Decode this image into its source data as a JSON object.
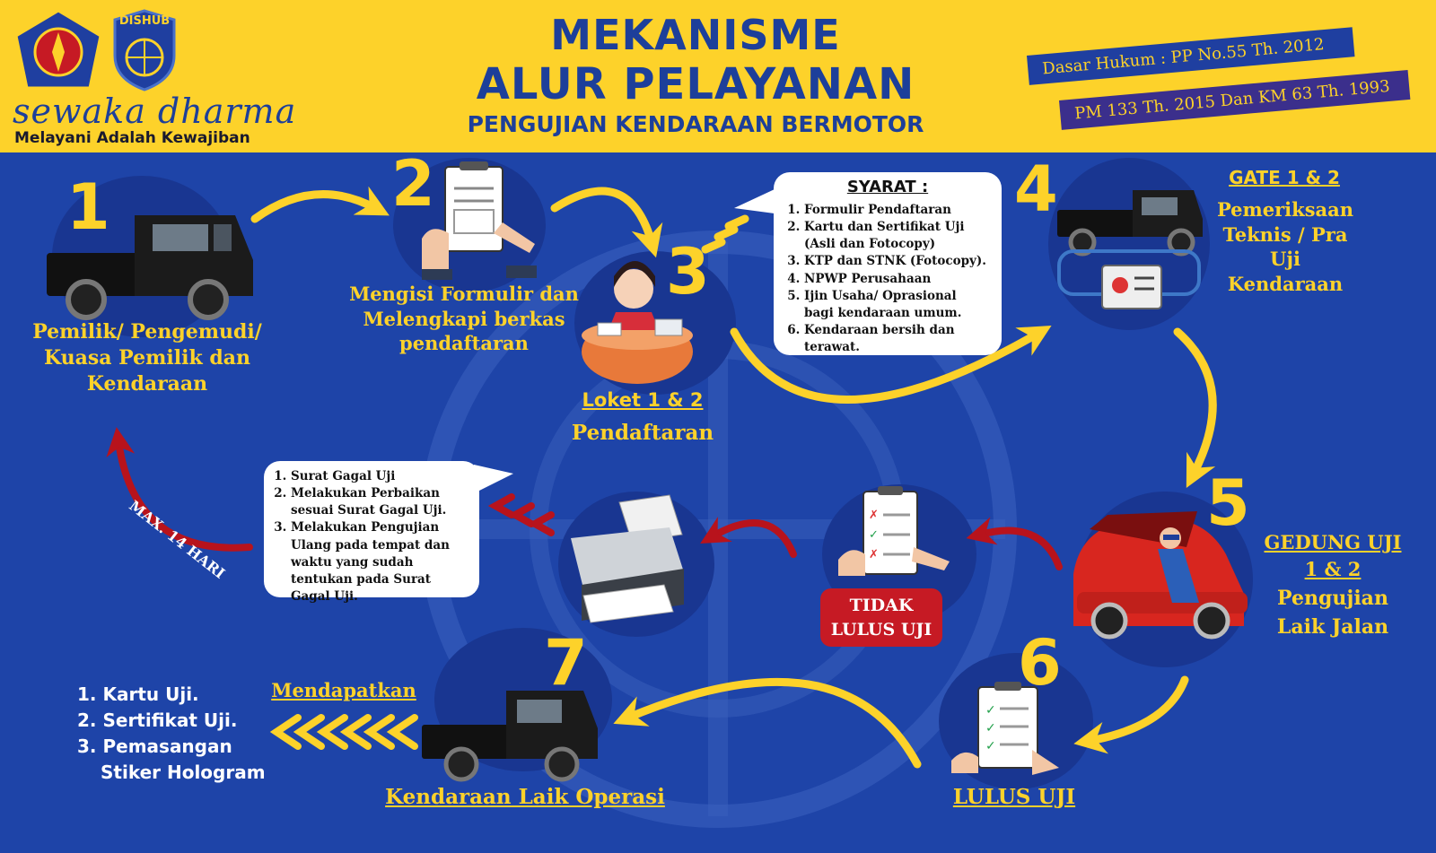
{
  "header": {
    "title_line1": "MEKANISME",
    "title_line2": "ALUR PELAYANAN",
    "subtitle": "PENGUJIAN KENDARAAN BERMOTOR",
    "brand_script": "sewaka dharma",
    "slogan": "Melayani Adalah Kewajiban",
    "logo_text": "DISHUB",
    "legal_basis_1": "Dasar  Hukum : PP No.55 Th. 2012",
    "legal_basis_2": "PM 133 Th. 2015 Dan KM 63 Th. 1993"
  },
  "steps": [
    {
      "number": "1",
      "label_lines": [
        "Pemilik/ Pengemudi/",
        "Kuasa Pemilik dan",
        "Kendaraan"
      ]
    },
    {
      "number": "2",
      "label_lines": [
        "Mengisi Formulir dan",
        "Melengkapi berkas",
        "pendaftaran"
      ]
    },
    {
      "number": "3",
      "title": "Loket 1 & 2",
      "label": "Pendaftaran"
    },
    {
      "number": "4",
      "title": "GATE 1 & 2",
      "label_lines": [
        "Pemeriksaan",
        "Teknis / Pra Uji",
        "Kendaraan"
      ]
    },
    {
      "number": "5",
      "title_lines": [
        "GEDUNG UJI",
        "1 & 2"
      ],
      "label_lines": [
        "Pengujian",
        "Laik Jalan"
      ]
    },
    {
      "number": "6",
      "title": "LULUS UJI"
    },
    {
      "number": "7",
      "title": "Kendaraan Laik Operasi"
    }
  ],
  "requirements": {
    "title": "SYARAT :",
    "items": [
      "Formulir Pendaftaran",
      "Kartu dan Sertifikat Uji (Asli dan  Fotocopy)",
      "KTP dan STNK (Fotocopy).",
      "NPWP Perusahaan",
      "Ijin Usaha/ Oprasional bagi kendaraan umum.",
      "Kendaraan bersih dan terawat."
    ]
  },
  "fail": {
    "label_line1": "TIDAK",
    "label_line2": "LULUS UJI",
    "max_days": "MAX. 14 HARI",
    "notes": [
      "Surat Gagal Uji",
      " Melakukan Perbaikan sesuai Surat Gagal Uji.",
      "Melakukan  Pengujian Ulang pada tempat dan waktu  yang sudah tentukan pada Surat Gagal Uji."
    ]
  },
  "obtain": {
    "title": "Mendapatkan",
    "items": [
      "1. Kartu Uji.",
      "2. Sertifikat Uji.",
      "3. Pemasangan",
      "    Stiker Hologram"
    ]
  },
  "colors": {
    "background_blue": "#1e44a8",
    "header_yellow": "#fdd22a",
    "accent_red": "#c61a24",
    "circle_blue": "#193691"
  }
}
